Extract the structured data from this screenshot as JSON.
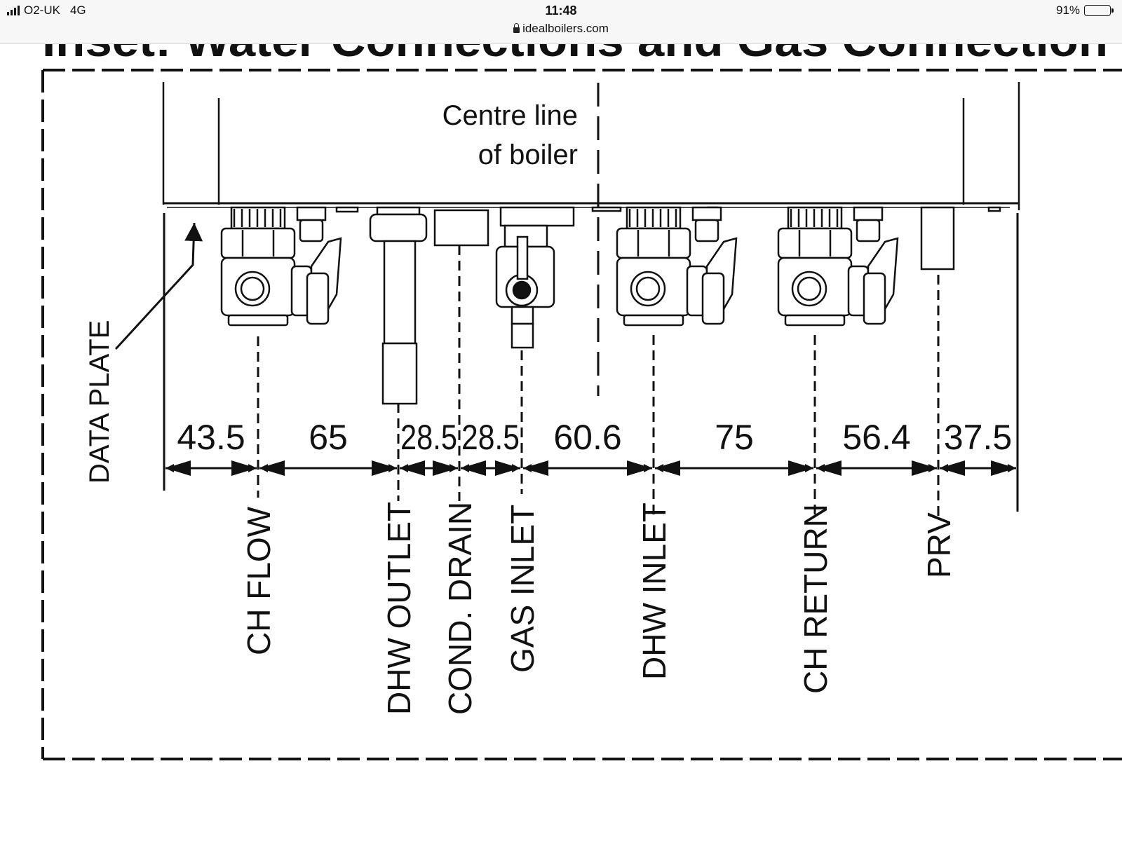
{
  "status_bar": {
    "carrier": "O2-UK",
    "network": "4G",
    "time": "11:48",
    "url": "idealboilers.com",
    "battery": "91%",
    "battery_level": 0.91
  },
  "diagram": {
    "heading": "Inset:  Water Connections and Gas Connection",
    "centre_label_line1": "Centre line",
    "centre_label_line2": "of boiler",
    "data_plate_label": "DATA PLATE",
    "dimensions": [
      "43.5",
      "65",
      "28.5",
      "28.5",
      "60.6",
      "75",
      "56.4",
      "37.5"
    ],
    "connections": [
      "CH FLOW",
      "DHW OUTLET",
      "COND. DRAIN",
      "GAS INLET",
      "DHW INLET",
      "CH RETURN",
      "PRV"
    ]
  }
}
